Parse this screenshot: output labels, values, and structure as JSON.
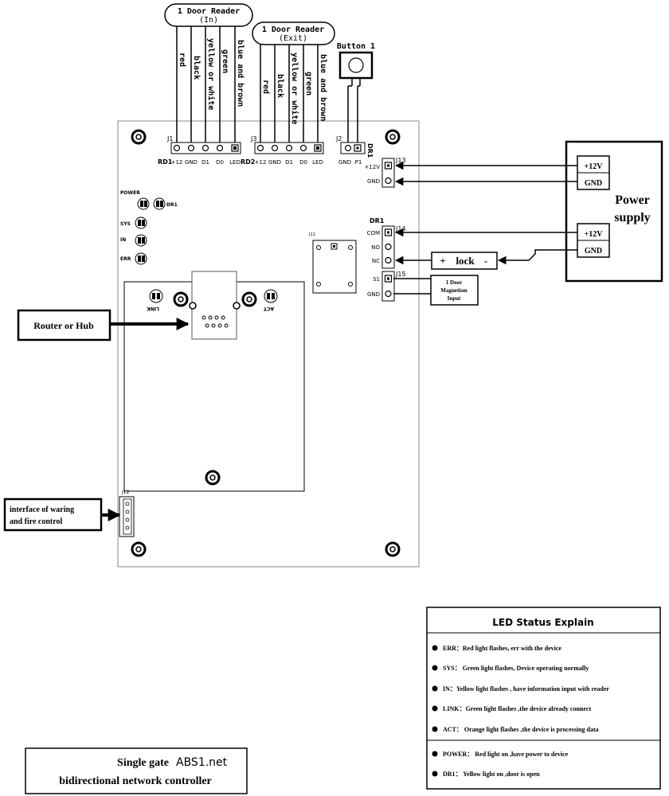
{
  "readers": {
    "in": {
      "title": "1 Door Reader",
      "subtitle": "(In)",
      "wires": [
        "red",
        "black",
        "yellow or white",
        "green",
        "blue and brown"
      ],
      "connector": "J1",
      "prefix": "RD1",
      "pins": [
        "+12",
        "GND",
        "D1",
        "D0",
        "LED"
      ]
    },
    "exit": {
      "title": "1 Door Reader",
      "subtitle": "(Exit)",
      "wires": [
        "red",
        "black",
        "yellow or white",
        "green",
        "blue and brown"
      ],
      "connector": "J3",
      "prefix": "RD2",
      "pins": [
        "+12",
        "GND",
        "D1",
        "D0",
        "LED"
      ]
    }
  },
  "button": {
    "label": "Button 1",
    "connector": "J2",
    "pins": [
      "GND",
      "P1"
    ],
    "side_label": "DR1"
  },
  "power_header": {
    "connector": "J13",
    "pins": [
      "+12V",
      "GND"
    ]
  },
  "relay_header": {
    "title": "DR1",
    "connector": "J14",
    "pins": [
      "COM",
      "NO",
      "NC"
    ]
  },
  "sensor_header": {
    "connector": "J15",
    "pins": [
      "S1",
      "GND"
    ],
    "device_line1": "1 Door",
    "device_line2": "Magnetism",
    "device_line3": "Input"
  },
  "relay_part": {
    "label": "J11"
  },
  "power_supply": {
    "line1": "Power",
    "line2": "supply",
    "box1_top": "+12V",
    "box1_bottom": "GND",
    "box2_top": "+12V",
    "box2_bottom": "GND"
  },
  "lock": {
    "plus": "+",
    "label": "lock",
    "minus": "-"
  },
  "leds_left": [
    "POWER",
    "DR1",
    "SYS",
    "IN",
    "ERR"
  ],
  "network": {
    "router": "Router or Hub",
    "link_label": "LINK",
    "act_label": "ACT"
  },
  "fire": {
    "connector": "J12",
    "line1": "interface of waring",
    "line2": "and fire control"
  },
  "led_explain": {
    "title": "LED Status Explain",
    "items": [
      {
        "key": "ERR",
        "sep": "：",
        "text": "Red light flashes, err with the device"
      },
      {
        "key": "SYS",
        "sep": "：",
        "text": " Green light flashes, Device operating normally"
      },
      {
        "key": "IN",
        "sep": "：",
        "text": "Yellow light flashes , have information input with reader"
      },
      {
        "key": "LINK",
        "sep": "：",
        "text": "Green light flashes ,the device already connect"
      },
      {
        "key": "ACT",
        "sep": "：",
        "text": " Orange light flashes ,the device is processing data"
      },
      {
        "key": "POWER",
        "sep": "：",
        "text": " Red light on ,have power to device"
      },
      {
        "key": "DR1",
        "sep": "：",
        "text": " Yellow light on ,door is open"
      }
    ]
  },
  "footer": {
    "line1": "Single gate",
    "brand": "ABS1.net",
    "line2": "bidirectional network controller"
  }
}
